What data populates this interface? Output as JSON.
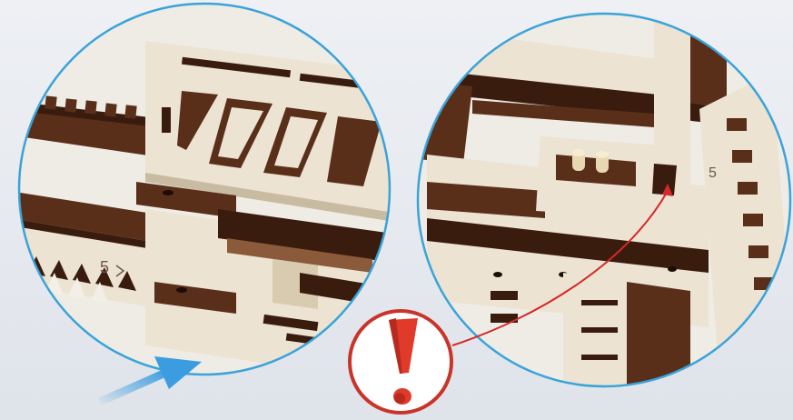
{
  "illustration": {
    "left_detail": {
      "description_icon": "circular-zoom-view",
      "engraved_mark": "5"
    },
    "right_detail": {
      "description_icon": "circular-zoom-view",
      "engraved_mark": "5"
    },
    "warning": {
      "icon": "exclamation-mark-icon",
      "symbol": "!"
    },
    "pointer_arrow": {
      "icon": "blue-arrow-icon"
    },
    "colors": {
      "background": "#e7eaf0",
      "circle_border": "#3aa3d9",
      "plywood_light": "#ece3d2",
      "plywood_mid": "#d8ccb5",
      "burnt_edge": "#5a2f1a",
      "burnt_dark": "#3a1c0e",
      "warning_red": "#e03a2b",
      "warning_ring": "#c9342a",
      "arrow_blue": "#3b9de0",
      "leader_line": "#d42a2a"
    }
  }
}
